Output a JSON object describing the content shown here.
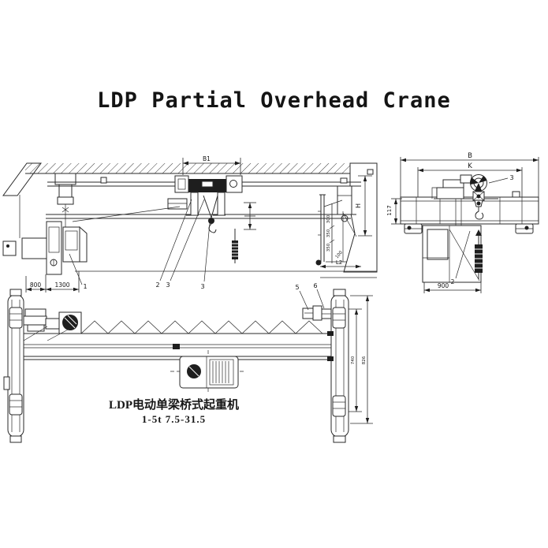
{
  "title": "LDP Partial Overhead Crane",
  "caption": {
    "line1": "LDP电动单梁桥式起重机",
    "line2": "1-5t   7.5-31.5"
  },
  "front": {
    "dim_b1": "B1",
    "dim_800": "800",
    "dim_1300": "1300",
    "dim_h": "H",
    "dim_300": "300",
    "dim_350a": "350",
    "dim_350b": "350",
    "dim_100": "100",
    "dim_l2": "L2",
    "callout_1": "1",
    "callout_2": "2",
    "callout_3a": "3",
    "callout_3b": "3"
  },
  "end": {
    "dim_b": "B",
    "dim_k": "K",
    "dim_117": "117",
    "dim_900": "900",
    "callout_2": "2",
    "callout_3": "3"
  },
  "plan": {
    "callout_5": "5",
    "callout_6": "6",
    "dim_740": "740",
    "dim_826": "826"
  },
  "colors": {
    "ink": "#1e1e1e",
    "background": "#ffffff"
  }
}
